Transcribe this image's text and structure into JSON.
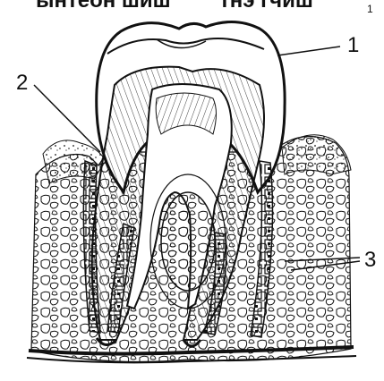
{
  "top_cut_text": {
    "left": "ынтеон шиш",
    "right": "тнэ гчиш",
    "superscript": "1"
  },
  "labels": {
    "crown": "1",
    "gum_edge": "2",
    "bone": "3"
  },
  "colors": {
    "ink": "#111111",
    "paper": "#ffffff"
  }
}
